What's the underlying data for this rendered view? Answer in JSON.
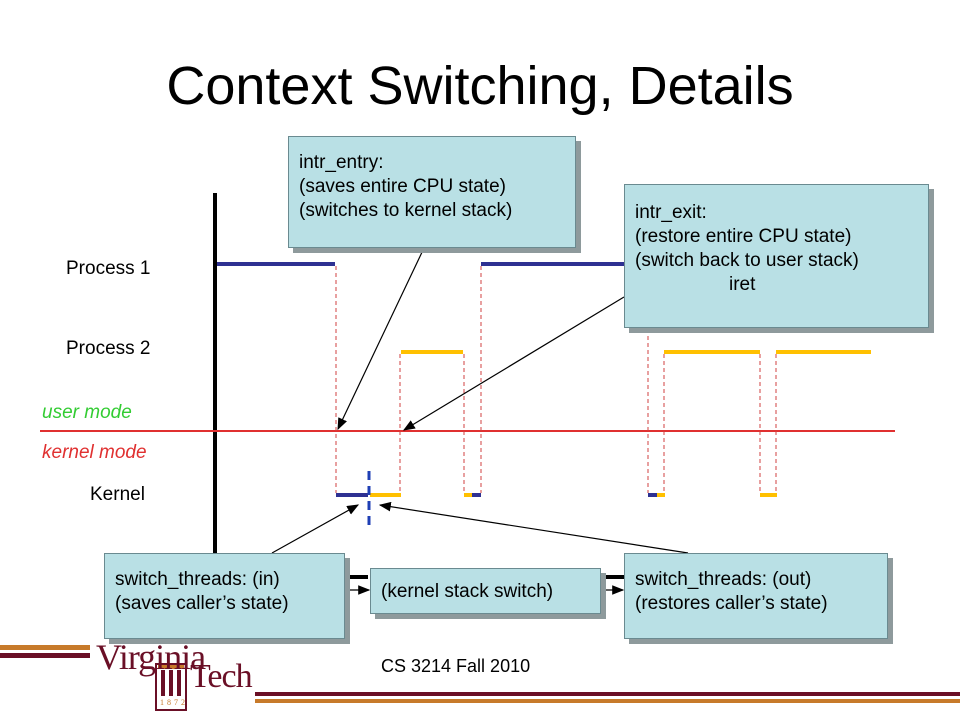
{
  "slide": {
    "title": "Context Switching, Details",
    "footer": "CS 3214 Fall 2010"
  },
  "labels": {
    "process1": "Process 1",
    "process2": "Process 2",
    "user_mode": "user mode",
    "kernel_mode": "kernel mode",
    "kernel": "Kernel"
  },
  "callouts": {
    "intr_entry": [
      "intr_entry:",
      "(saves entire CPU state)",
      "(switches to kernel stack)"
    ],
    "intr_exit": [
      "intr_exit:",
      "(restore entire CPU state)",
      "(switch back to user stack)",
      "iret"
    ],
    "switch_in": [
      "switch_threads: (in)",
      "(saves caller’s state)"
    ],
    "kernel_stack": [
      "(kernel stack switch)"
    ],
    "switch_out": [
      "switch_threads: (out)",
      "(restores caller’s state)"
    ]
  },
  "logo": {
    "line1": "Virginia",
    "line2": "Tech",
    "year": "1872"
  },
  "colors": {
    "process1": "#2e3192",
    "process2": "#ffc000",
    "user_mode": "#33cc33",
    "kernel_mode": "#e03030",
    "callout_fill": "#b9e0e5",
    "brand_maroon": "#6a0f26",
    "brand_orange": "#c77a2a"
  }
}
